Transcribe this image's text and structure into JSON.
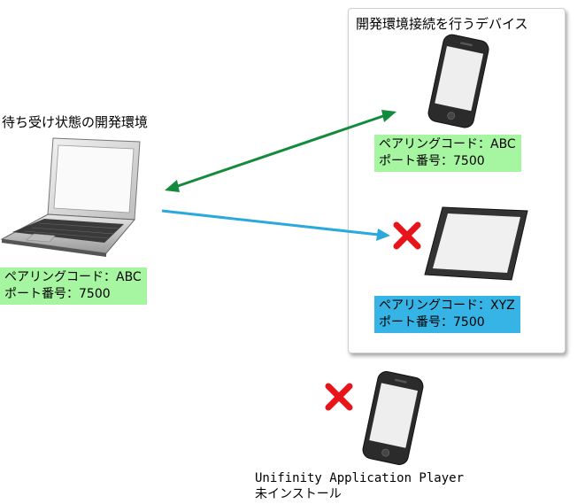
{
  "devices_box": {
    "title": "開発環境接続を行うデバイス"
  },
  "dev_env": {
    "title": "待ち受け状態の開発環境",
    "pairing": "ペアリングコード：ABC",
    "port": "ポート番号：7500"
  },
  "phone_connected": {
    "pairing": "ペアリングコード：ABC",
    "port": "ポート番号：7500"
  },
  "tablet_mismatch": {
    "pairing": "ペアリングコード：XYZ",
    "port": "ポート番号：7500"
  },
  "phone_not_installed": {
    "line1": "Unifinity Application Player",
    "line2": "未インストール"
  },
  "colors": {
    "match_label": "#a6f5a0",
    "mismatch_label": "#37b4e6",
    "connection_arrow": "#148a3c",
    "failed_arrow": "#2ba8dc",
    "x_mark": "#e8141c"
  }
}
